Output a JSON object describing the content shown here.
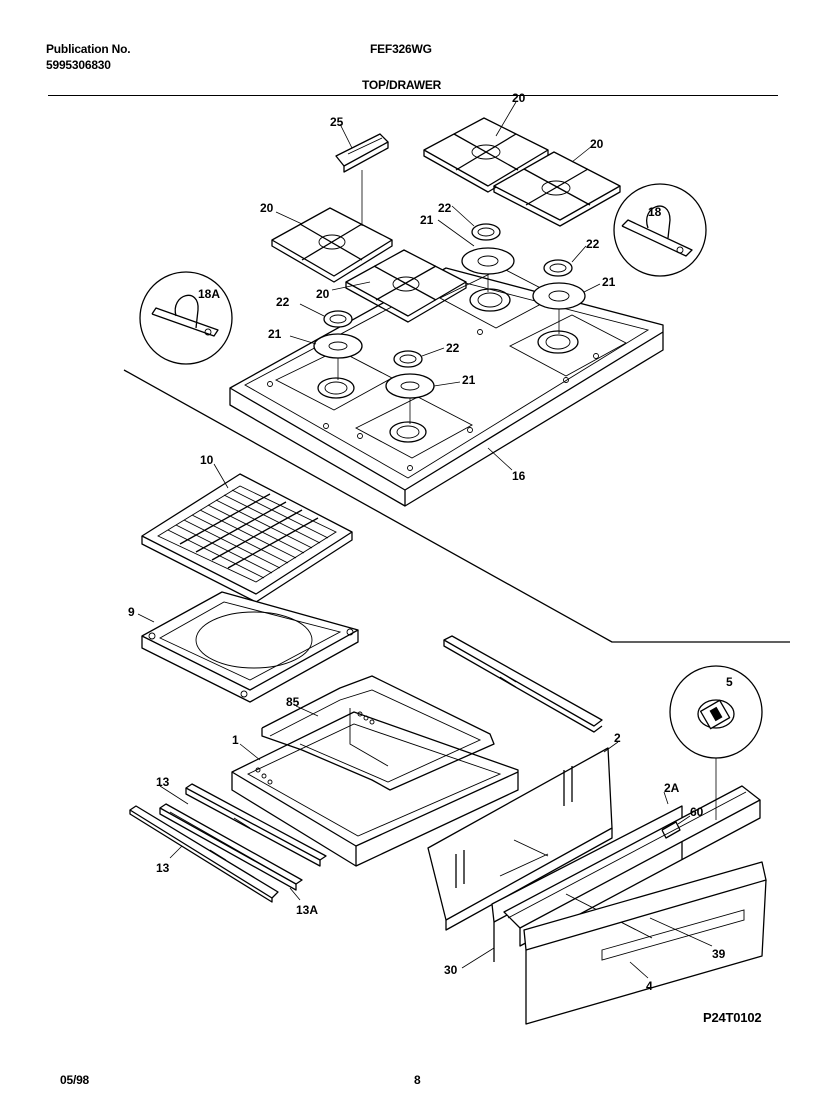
{
  "header": {
    "publication_label": "Publication No.",
    "publication_number": "5995306830",
    "model": "FEF326WG",
    "section": "TOP/DRAWER"
  },
  "footer": {
    "date": "05/98",
    "page": "8",
    "drawing_code": "P24T0102"
  },
  "callouts": [
    "25",
    "20",
    "20",
    "20",
    "20",
    "18",
    "18A",
    "22",
    "22",
    "22",
    "22",
    "21",
    "21",
    "21",
    "21",
    "16",
    "10",
    "9",
    "85",
    "1",
    "2",
    "5",
    "2A",
    "60",
    "13",
    "13",
    "13A",
    "30",
    "4",
    "39"
  ]
}
